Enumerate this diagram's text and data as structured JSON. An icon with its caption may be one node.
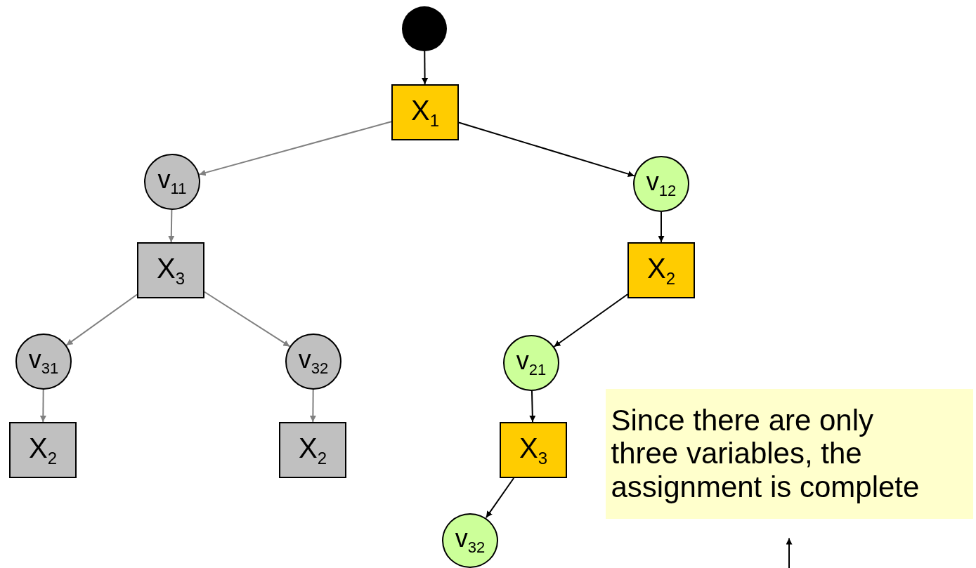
{
  "diagram": {
    "nodes": [
      {
        "text": [],
        "shape": "circle"
      },
      {
        "text": [
          "X$_{1}$"
        ]
      },
      {
        "text": [
          "v$_{11}$"
        ]
      },
      {
        "text": [
          "X$_{3}$"
        ]
      },
      {
        "text": [
          "v$_{31}$"
        ]
      },
      {
        "text": [
          "v$_{32}$"
        ]
      },
      {
        "text": [
          "X$_{2}$"
        ]
      },
      {
        "text": [
          "X$_{2}$"
        ]
      },
      {
        "text": [
          "v$_{12}$"
        ]
      },
      {
        "text": [
          "X$_{2}$"
        ]
      },
      {
        "text": [
          "v$_{21}$"
        ]
      },
      {
        "text": [
          "X$_{3}$"
        ]
      },
      {
        "text": [
          "v$_{32}$"
        ]
      },
      {
        "text": [
          "Since there are only three variables, the assignment is complete"
        ]
      }
    ],
    "edges": [
      {
        "from": 0,
        "to": 1,
        "arrow": "to"
      },
      {
        "from": 1,
        "to": 2,
        "arrow": "to",
        "color": "#808080"
      },
      {
        "from": 1,
        "to": 8,
        "arrow": "to"
      },
      {
        "from": 2,
        "to": 3,
        "arrow": "to",
        "color": "#808080"
      },
      {
        "from": 3,
        "to": 4,
        "arrow": "to",
        "color": "#808080"
      },
      {
        "from": 3,
        "to": 5,
        "arrow": "to",
        "color": "#808080"
      },
      {
        "from": 4,
        "to": 6,
        "arrow": "to",
        "color": "#808080"
      },
      {
        "from": 5,
        "to": 7,
        "arrow": "to",
        "color": "#808080"
      },
      {
        "from": 8,
        "to": 9,
        "arrow": "to"
      },
      {
        "from": 9,
        "to": 10,
        "arrow": "to"
      },
      {
        "from": 10,
        "to": 11,
        "arrow": "to"
      },
      {
        "from": 11,
        "to": 12,
        "arrow": "to"
      },
      {
        "from": null,
        "to": 13,
        "arrow": "to"
      }
    ]
  }
}
